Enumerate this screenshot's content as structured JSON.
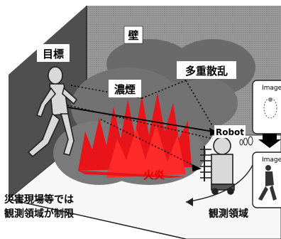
{
  "labels": {
    "wall": "壁",
    "target": "目標",
    "dense_smoke": "濃煙",
    "multiple_scattering": "多重散乱",
    "fire": "火炎",
    "robot": "Robot",
    "disaster_note_line1": "災害現場等では",
    "disaster_note_line2": "観測領域が制限",
    "observation_area": "観測領域",
    "image_top": "Image",
    "image_bottom": "Image"
  },
  "colors": {
    "wall_dark": "#5c5c5c",
    "wall_light": "#a9a9a9",
    "floor": "#f7f7f7",
    "smoke": "#6e6e6e",
    "smoke_light": "#8a8a8a",
    "fire": "#e8141a",
    "fire_text": "#d40000",
    "figure_fill": "#d9d9d9"
  },
  "icons": {
    "arrow_down": "arrow-down-icon",
    "sensor_signal": "signal-icon"
  }
}
